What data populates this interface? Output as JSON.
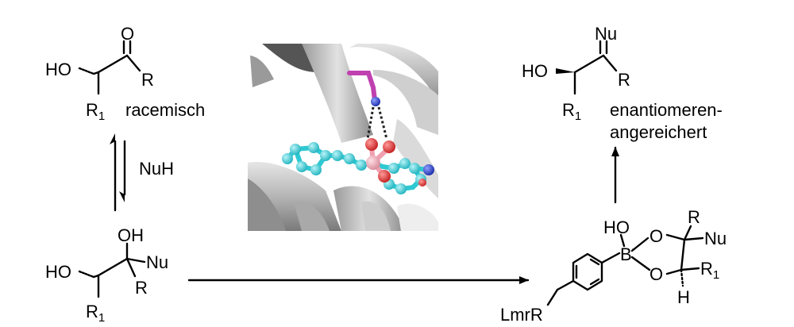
{
  "molecules": {
    "top_left": {
      "ho": "HO",
      "o": "O",
      "r": "R",
      "r1": "R",
      "r1_sub": "1",
      "note": "racemisch"
    },
    "equilibrium": {
      "reagent": "NuH"
    },
    "bottom_left": {
      "oh": "OH",
      "ho": "HO",
      "nu": "Nu",
      "r": "R",
      "r1": "R",
      "r1_sub": "1"
    },
    "top_right": {
      "nu": "Nu",
      "ho": "HO",
      "r": "R",
      "r1": "R",
      "r1_sub": "1",
      "note_line1": "enantiomeren-",
      "note_line2": "angereichert"
    },
    "boronate": {
      "ho": "HO",
      "b": "B",
      "b_charge": "-",
      "o_top": "O",
      "o_bottom": "O",
      "r": "R",
      "nu": "Nu",
      "r1": "R",
      "r1_sub": "1",
      "h": "H",
      "lmr": "LmrR"
    }
  },
  "protein_image": {
    "helix_color": "#b5b5b5",
    "ligand_carbon_color": "#2ec8d2",
    "boron_color": "#f0a0b0",
    "oxygen_color": "#e03030",
    "nitrogen_color": "#2030c0",
    "lysine_color": "#c040b0"
  }
}
